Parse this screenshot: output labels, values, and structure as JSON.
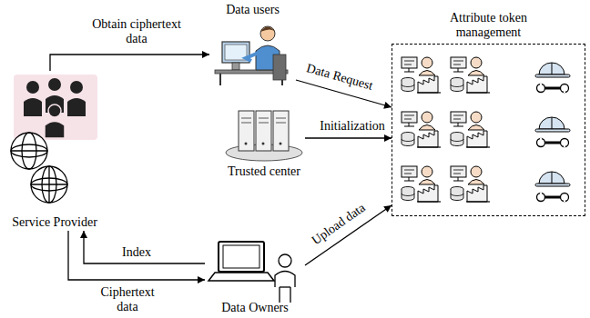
{
  "diagram": {
    "nodes": [
      {
        "text": [
          "Data users"
        ]
      },
      {
        "text": [
          "Attribute token management"
        ]
      },
      {
        "text": [
          "Trusted center"
        ]
      },
      {
        "text": [
          "Service Provider"
        ]
      },
      {
        "text": [
          "Data Owners"
        ]
      }
    ],
    "edges": [
      {
        "from": 3,
        "to": 0,
        "arrow": "to",
        "label": "Obtain ciphertext data"
      },
      {
        "from": 0,
        "to": 1,
        "arrow": "to",
        "label": "Data Request"
      },
      {
        "from": 2,
        "to": 1,
        "arrow": "to",
        "label": "Initialization"
      },
      {
        "from": 4,
        "to": 1,
        "arrow": "to",
        "label": "Upload data"
      },
      {
        "from": 4,
        "to": 3,
        "arrow": "to",
        "label": "Index"
      },
      {
        "from": 3,
        "to": 4,
        "arrow": "to",
        "label": "Ciphertext data"
      }
    ]
  }
}
